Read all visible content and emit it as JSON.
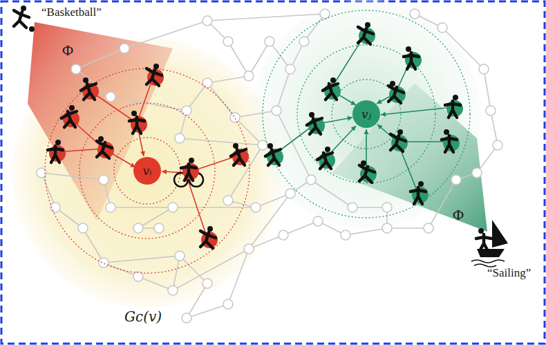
{
  "diagram": {
    "nodes": [
      {
        "text": [
          "vᵢ"
        ]
      },
      {
        "text": [
          "vⱼ"
        ]
      }
    ],
    "labels": [
      "“Basketball”",
      "Φ",
      "Φ",
      "“Sailing”",
      "Gc(v)"
    ]
  }
}
